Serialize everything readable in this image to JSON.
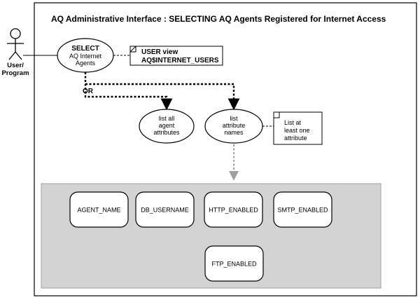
{
  "title": "AQ Administrative Interface : SELECTING AQ Agents Registered for Internet Access",
  "actor": {
    "icon": "stick-figure-icon",
    "label_line1": "User/",
    "label_line2": "Program"
  },
  "select_node": {
    "line1": "SELECT",
    "line2": "AQ Internet",
    "line3": "Agents"
  },
  "user_view_note": {
    "line1": "USER view",
    "line2": "AQ$INTERNET_USERS"
  },
  "or_label": "OR",
  "list_all_node": {
    "line1": "list all",
    "line2": "agent",
    "line3": "attributes"
  },
  "list_names_node": {
    "line1": "list",
    "line2": "attribute",
    "line3": "names"
  },
  "at_least_note": {
    "line1": "List at",
    "line2": "least one",
    "line3": "attribute"
  },
  "attributes": [
    {
      "label": "AGENT_NAME"
    },
    {
      "label": "DB_USERNAME"
    },
    {
      "label": "HTTP_ENABLED"
    },
    {
      "label": "SMTP_ENABLED"
    },
    {
      "label": "FTP_ENABLED"
    }
  ],
  "colors": {
    "attribute_panel_fill": "#d3d3d3",
    "attribute_panel_stroke": "#a0a0a0",
    "optional_arrow": "#a0a0a0",
    "outline": "#000000"
  }
}
